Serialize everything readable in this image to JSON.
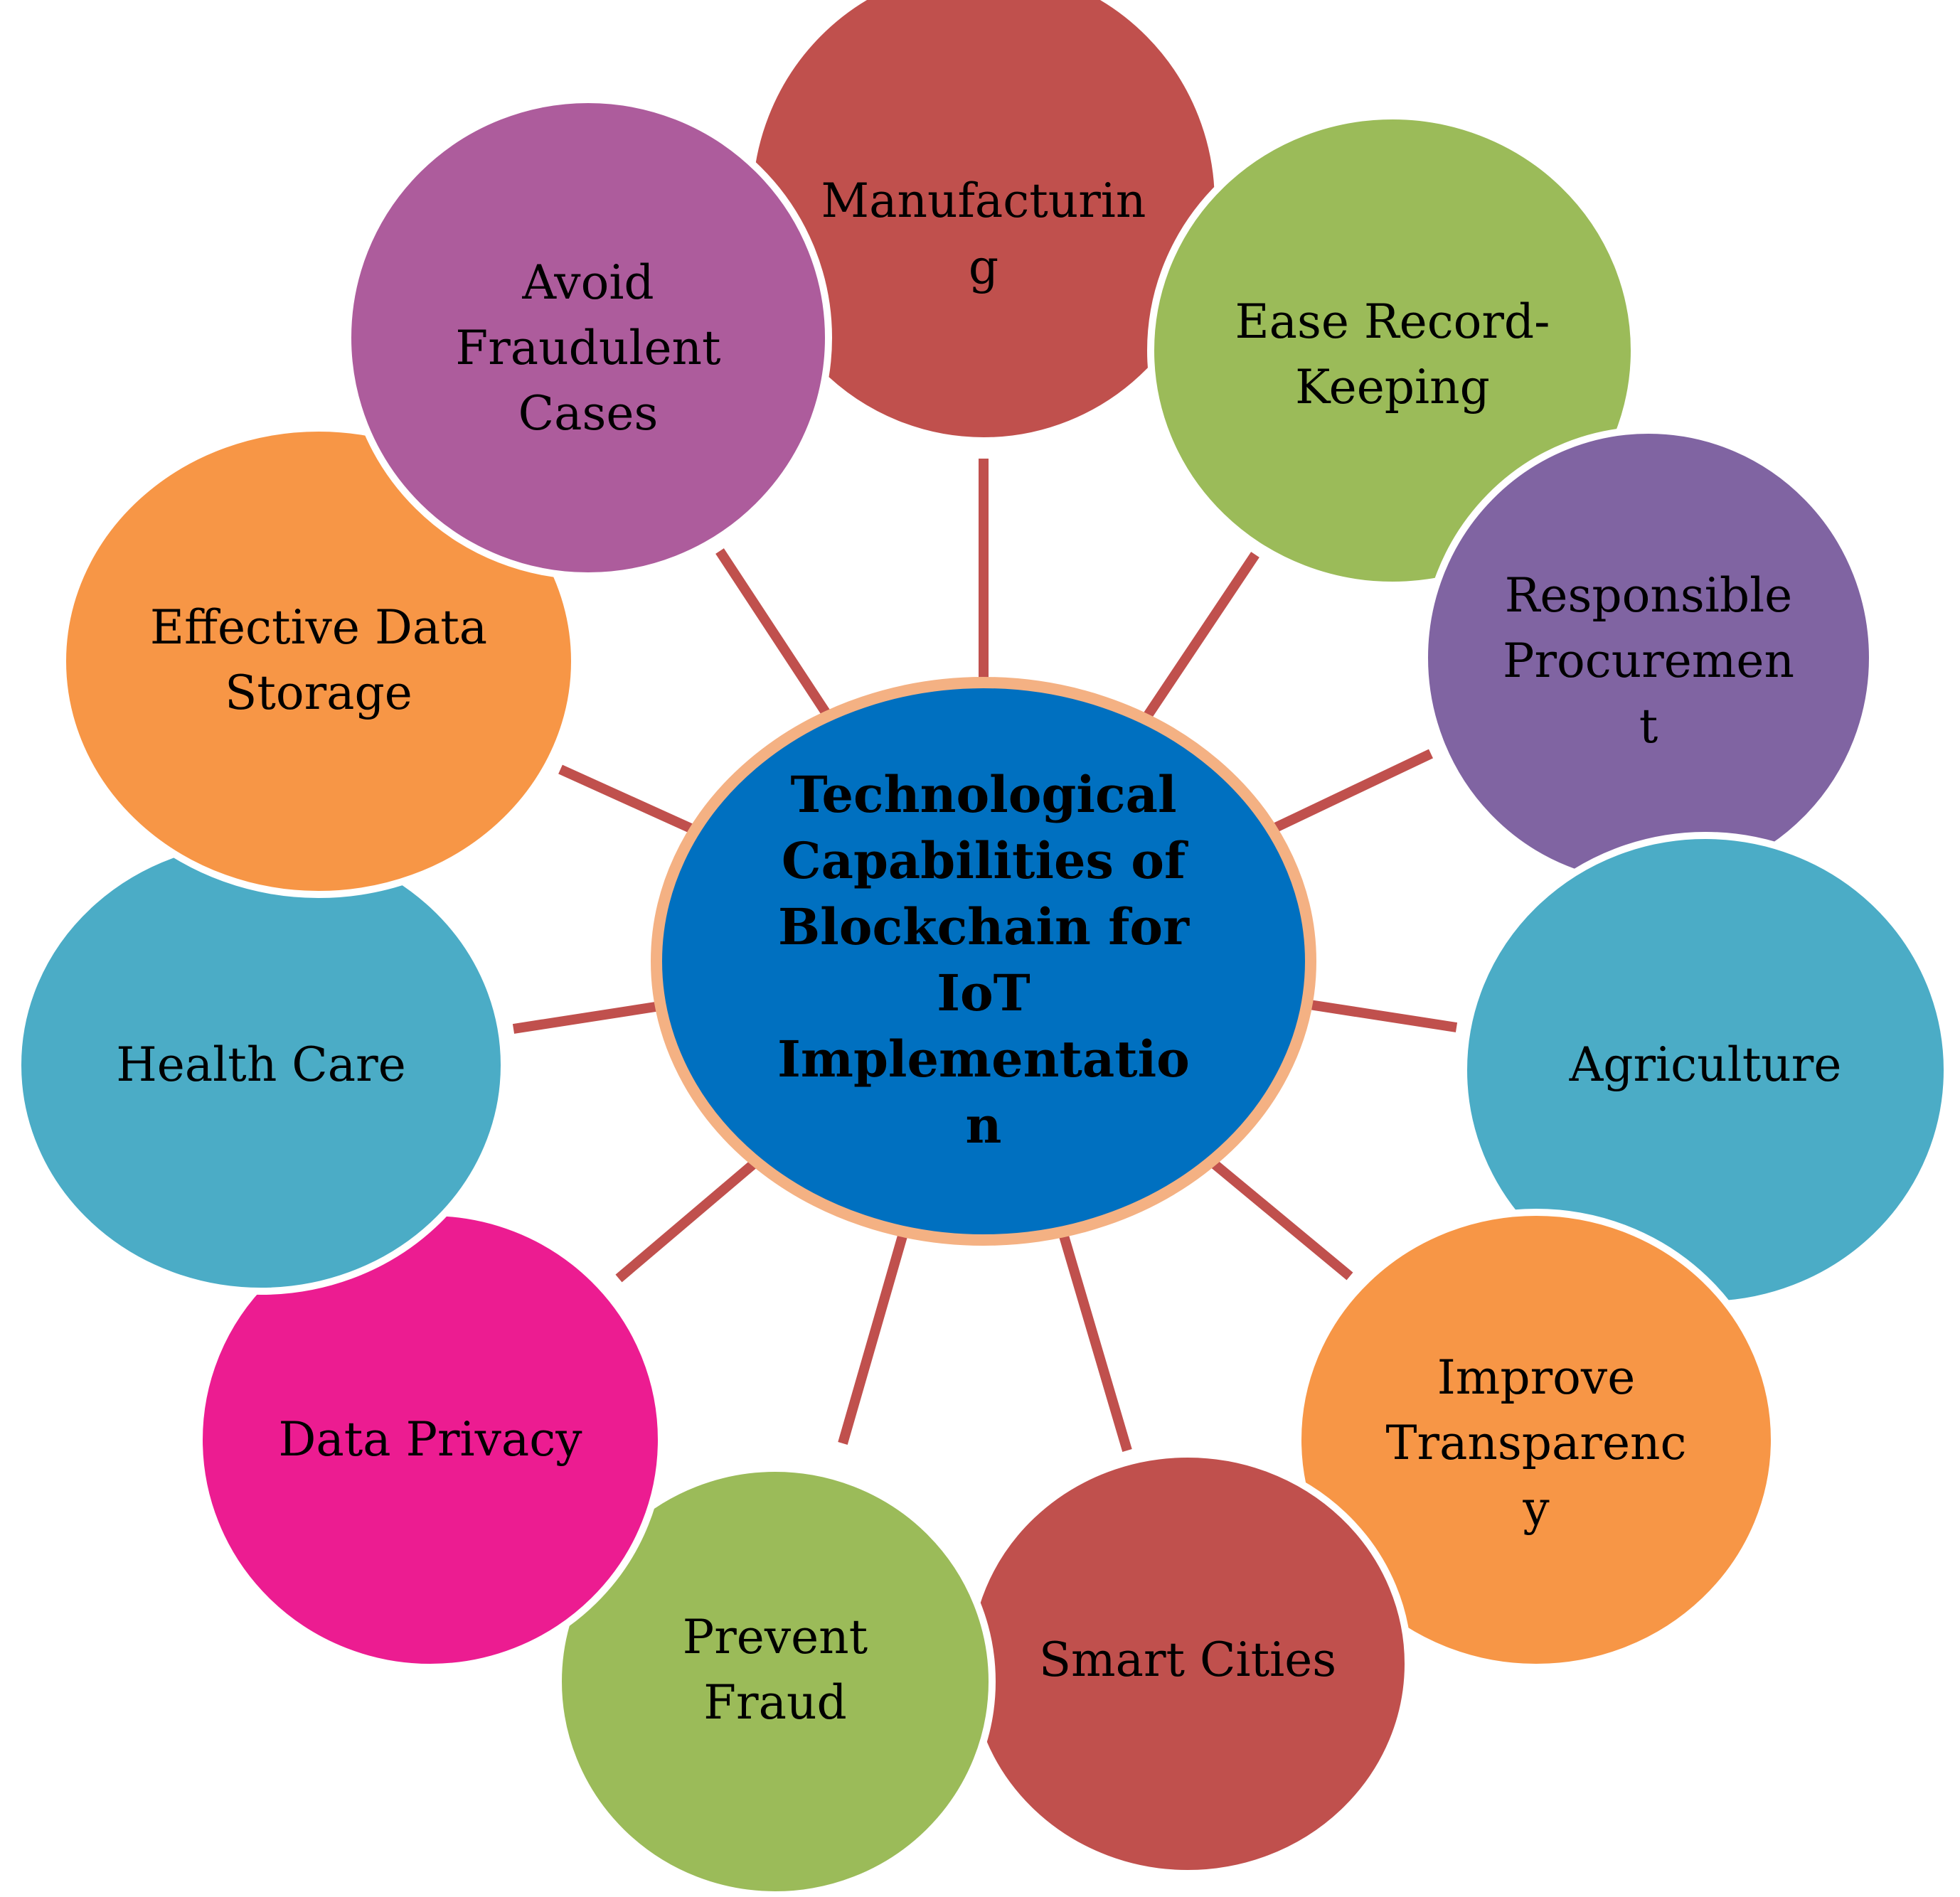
{
  "colors": {
    "connector": "#c0504d",
    "center_fill": "#0070c0",
    "center_ring": "#f4b183",
    "node_border": "#ffffff"
  },
  "center": {
    "lines": [
      "Technological",
      "Capabilities of",
      "Blockchain for",
      "IoT",
      "Implementatio",
      "n"
    ]
  },
  "nodes": [
    {
      "id": "manufacturing",
      "lines": [
        "Manufacturin",
        "g"
      ],
      "color": "#c0504d"
    },
    {
      "id": "ease-record-keeping",
      "lines": [
        "Ease Record-",
        "Keeping"
      ],
      "color": "#9bbb59"
    },
    {
      "id": "responsible-procurement",
      "lines": [
        "Responsible",
        "Procuremen",
        "t"
      ],
      "color": "#8064a2"
    },
    {
      "id": "agriculture",
      "lines": [
        "Agriculture"
      ],
      "color": "#4bacc6"
    },
    {
      "id": "improve-transparency",
      "lines": [
        "Improve",
        "Transparenc",
        "y"
      ],
      "color": "#f79646"
    },
    {
      "id": "smart-cities",
      "lines": [
        "Smart Cities"
      ],
      "color": "#c0504d"
    },
    {
      "id": "prevent-fraud",
      "lines": [
        "Prevent",
        "Fraud"
      ],
      "color": "#9bbb59"
    },
    {
      "id": "data-privacy",
      "lines": [
        "Data Privacy"
      ],
      "color": "#ec1c91"
    },
    {
      "id": "health-care",
      "lines": [
        "Health Care"
      ],
      "color": "#4bacc6"
    },
    {
      "id": "effective-data-storage",
      "lines": [
        "Effective Data",
        "Storage"
      ],
      "color": "#f79646"
    },
    {
      "id": "avoid-fraudulent-cases",
      "lines": [
        "Avoid",
        "Fraudulent",
        "Cases"
      ],
      "color": "#ad5c9c"
    }
  ]
}
